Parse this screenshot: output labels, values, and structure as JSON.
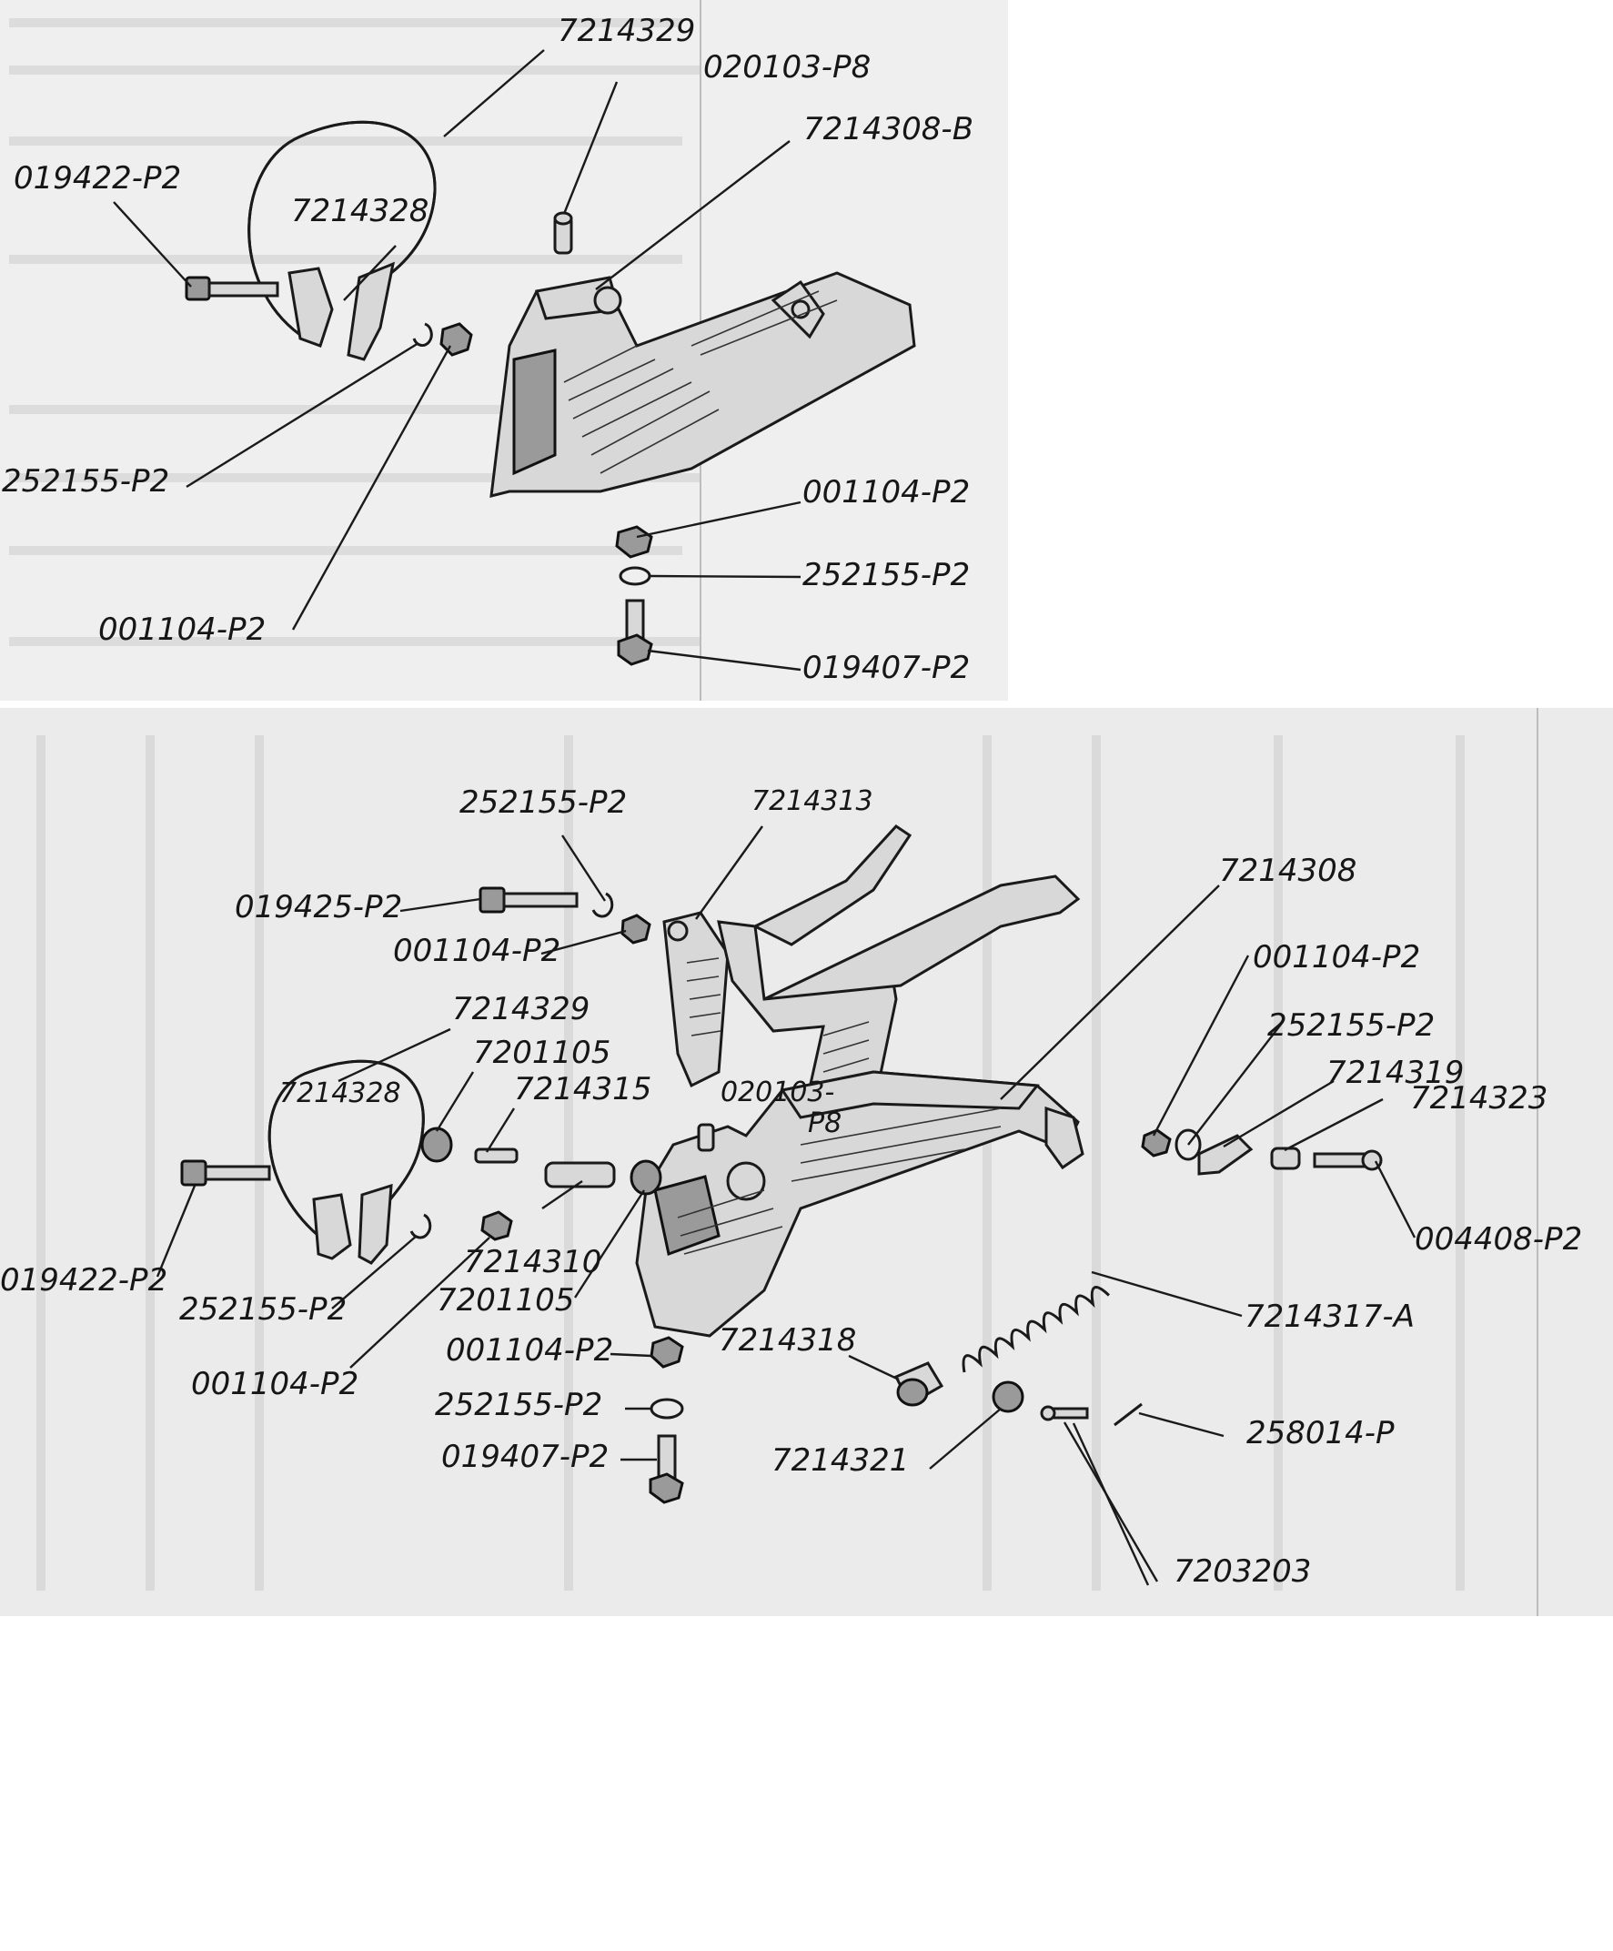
{
  "top_figure": {
    "callouts": [
      {
        "id": "t1",
        "text": "7214329"
      },
      {
        "id": "t2",
        "text": "020103-P8"
      },
      {
        "id": "t3",
        "text": "7214308-B"
      },
      {
        "id": "t4",
        "text": "019422-P2"
      },
      {
        "id": "t5",
        "text": "7214328"
      },
      {
        "id": "t6",
        "text": "252155-P2"
      },
      {
        "id": "t7",
        "text": "001104-P2"
      },
      {
        "id": "t8",
        "text": "252155-P2"
      },
      {
        "id": "t9",
        "text": "001104-P2"
      },
      {
        "id": "t10",
        "text": "019407-P2"
      }
    ]
  },
  "bottom_figure": {
    "callouts": [
      {
        "id": "b1",
        "text": "252155-P2"
      },
      {
        "id": "b2",
        "text": "7214313"
      },
      {
        "id": "b3",
        "text": "019425-P2"
      },
      {
        "id": "b4",
        "text": "001104-P2"
      },
      {
        "id": "b5",
        "text": "7214308"
      },
      {
        "id": "b6",
        "text": "001104-P2"
      },
      {
        "id": "b7",
        "text": "7214329"
      },
      {
        "id": "b8",
        "text": "252155-P2"
      },
      {
        "id": "b9",
        "text": "7201105"
      },
      {
        "id": "b10",
        "text": "7214319"
      },
      {
        "id": "b11",
        "text": "7214328"
      },
      {
        "id": "b12",
        "text": "7214315"
      },
      {
        "id": "b13",
        "text": "020103-"
      },
      {
        "id": "b14",
        "text": "P8"
      },
      {
        "id": "b15",
        "text": "7214323"
      },
      {
        "id": "b16",
        "text": "004408-P2"
      },
      {
        "id": "b17",
        "text": "019422-P2"
      },
      {
        "id": "b18",
        "text": "7214310"
      },
      {
        "id": "b19",
        "text": "252155-P2"
      },
      {
        "id": "b20",
        "text": "7201105"
      },
      {
        "id": "b21",
        "text": "7214317-A"
      },
      {
        "id": "b22",
        "text": "001104-P2"
      },
      {
        "id": "b23",
        "text": "001104-P2"
      },
      {
        "id": "b24",
        "text": "7214318"
      },
      {
        "id": "b25",
        "text": "252155-P2"
      },
      {
        "id": "b26",
        "text": "258014-P"
      },
      {
        "id": "b27",
        "text": "019407-P2"
      },
      {
        "id": "b28",
        "text": "7214321"
      },
      {
        "id": "b29",
        "text": "7203203"
      }
    ]
  }
}
